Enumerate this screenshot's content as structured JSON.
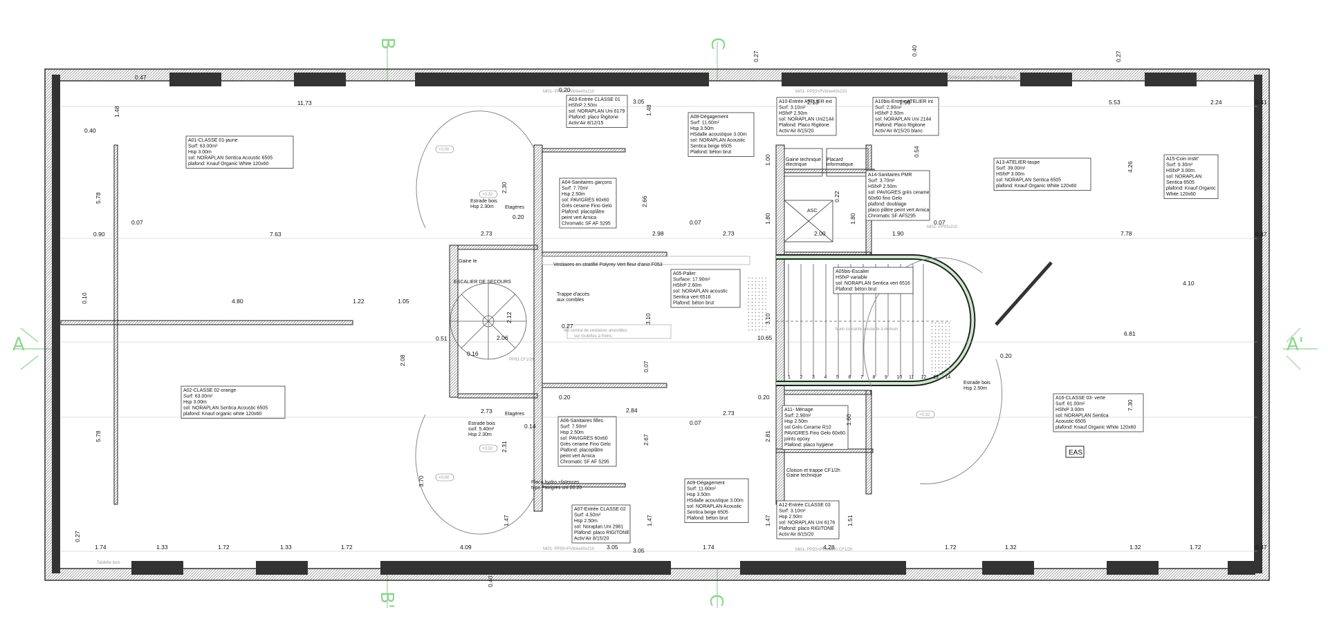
{
  "sections": {
    "a_left": "A",
    "a_right": "A'",
    "b_top": "B",
    "b_bottom": "B'",
    "c_top": "C",
    "c_bottom": "C"
  },
  "eas": "EAS",
  "rooms": [
    {
      "id": "a01",
      "lines": [
        "A01-CLASSE 01-jaune",
        "Surf: 63.00m²",
        "Hsp 3.00m",
        "sol: NORAPLAN Sentica Acoustic 6505",
        "plafond: Knauf Organic White 120x60"
      ]
    },
    {
      "id": "a02",
      "lines": [
        "A02-CLASSE 02-orange",
        "Surf: 63.00m²",
        "Hsp 3.00m",
        "sol: NORAPLAN Sentica Acoustic 6505",
        "plafond: Knauf organic white 120x60"
      ]
    },
    {
      "id": "a03",
      "lines": [
        "A03-Entrée CLASSE 01",
        "HSfxP 2.50m",
        "sol: NORAPLAN Uni 6179",
        "Plafond: placo Rigitone",
        "Activ'Air 8/12/15"
      ]
    },
    {
      "id": "a04",
      "lines": [
        "A04-Sanitaires garçons",
        "Surf: 7.70m²",
        "Hsp 2.50m",
        "sol: PAVIGRES 60x60",
        "Grès cerame Fino Gelo",
        "Plafond: placoplâtre",
        "peint vert Arnica",
        "Chromatic SF AF 5295"
      ]
    },
    {
      "id": "a05",
      "lines": [
        "A05-Palier",
        "Surface: 17.90m²",
        "HSfxP 2.60m",
        "sol: NORAPLAN  acoustic",
        "Sentica vert 6516",
        "Plafond: béton brut"
      ]
    },
    {
      "id": "a05b",
      "lines": [
        "A05bis-Escalier",
        "HSfxP variable",
        "sol: NORAPLAN Sentica vert 6516",
        "Plafond: béton brut"
      ]
    },
    {
      "id": "a06",
      "lines": [
        "A06-Sanitaires filles",
        "Surf: 7.50m²",
        "Hsp 2.50m",
        "sol: PAVIGRES 60x60",
        "Grès cerame Fino Gelo",
        "Plafond: placoplâtre",
        "peint vert Arnica",
        "Chromatic SF AF 5295"
      ]
    },
    {
      "id": "a07",
      "lines": [
        "A07-Entrée CLASSE 02",
        "Surf: 4.50m²",
        "Hsp 2.50m",
        "sol: Noraplan Uni 2981",
        "Plafond: placo RIGITONE",
        "Activ'Air 8/15/20"
      ]
    },
    {
      "id": "a08",
      "lines": [
        "A08-Dégagement",
        "Surf: 11.60m²",
        "Hsp 3.50m",
        "HSdalle acoustique 3.00m",
        "sol: NORAPLAN Acoustic",
        "Sentica beige 6505",
        "Plafond: béton brut"
      ]
    },
    {
      "id": "a09",
      "lines": [
        "A09-Dégagement",
        "Surf: 11.60m²",
        "Hsp 3.50m",
        "HSdalle acoustique 3.00m",
        "sol: NORAPLAN Acoustic",
        "Sentica beige 6505",
        "Plafond: béton brut"
      ]
    },
    {
      "id": "a10",
      "lines": [
        "A10-Entrée ATELIER ext",
        "Surf: 3.10m²",
        "HSfxP 2.50m",
        "sol: NORAPLAN Uni2144",
        "Plafond: Placo Rigitone",
        "Activ'Air 8/15/20"
      ]
    },
    {
      "id": "a10b",
      "lines": [
        "A10bis-Entrée ATELIER int",
        "Surf: 2.90m²",
        "HSfxP 2.50m",
        "sol: NORAPLAN Uni 2144",
        "Plafond: Placo Rigitone",
        "Activ'Air 8/15/20 blanc"
      ]
    },
    {
      "id": "a11",
      "lines": [
        "A11- Ménage",
        "Surf: 2.90m²",
        "Hsp 2.50m",
        "sol Grès Cerame R10",
        "PAVIGRES Fino Gelo 60x60",
        "joints epoxy",
        "Plafond: placo hygiène"
      ]
    },
    {
      "id": "a12",
      "lines": [
        "A12-Entrée CLASSE 03",
        "Surf: 3.10m²",
        "Hsp 2.50m",
        "sol: NORAPLAN Uni 6176",
        "Plafond: placo RIGITONE",
        "Activ'Air 8/15/20"
      ]
    },
    {
      "id": "a13",
      "lines": [
        "A13-ATELIER-taupe",
        "Surf: 39.00m²",
        "HSfxP 3.00m",
        "sol: NORAPLAN Sentica 6505",
        "plafond: Knauf Organic White 120x60"
      ]
    },
    {
      "id": "a14",
      "lines": [
        "A14-Sanitaires PMR",
        "Surf: 3.70m²",
        "HSfxP 2.50m",
        "sol: PAVIGRES grès cerame",
        "60x60 fino Gelo",
        "plafond: doublage",
        "placo plâtre peint vert Arnica",
        "Chromatic SF AF5295"
      ]
    },
    {
      "id": "a15",
      "lines": [
        "A15-Coin instit'",
        "Surf: 9.30m²",
        "HSfxP 3.00m",
        "sol: NORAPLAN",
        "Sentica 6505",
        "plafond: Knauf Organic",
        "White 120x60"
      ]
    },
    {
      "id": "a16",
      "lines": [
        "A16-CLASSE 03- verte",
        "Surf: 61.00m²",
        "HSfxP 3.00m",
        "sol: NORAPLAN Sentica",
        "Acoustic 6505",
        "plafond: Knauf Organic White 120x60"
      ]
    }
  ],
  "notes": {
    "escalier": "ESCALIER DE SECOURS",
    "gaine": "Gaine te",
    "estrade1": [
      "Estrade bois",
      "Hsp 2.30m"
    ],
    "estrade2": [
      "Estrade bois",
      "surf. 5.40m²",
      "Hsp 2.30m"
    ],
    "estrade3": [
      "Estrade bois",
      "Hsp 2.50m"
    ],
    "etageres1": "Etagères",
    "etageres2": "Etagères",
    "trappe": [
      "Trappe d'accès",
      "aux combles"
    ],
    "vestiaires": "Vestiaires en stratifié Polyrey Vert fleur d'anis F053",
    "ilot": [
      "Ilot central de vestiaires amovibles",
      "sur roulettes à freins"
    ],
    "main_courante": "Main courante existante à reposer",
    "asc": "ASC",
    "gaine_elec": [
      "Gaine technique",
      "électrique"
    ],
    "placard_info": [
      "Placard",
      "informatique"
    ],
    "cloison_trappe": [
      "Cloison et trappe CF1/2h",
      "Gaine technique"
    ],
    "placo_hydro": [
      "Placo hydro +faïences",
      "type Pavigres uni 20.20"
    ],
    "menuiserie1": "Mi01- PP93+PVitrée40x210",
    "menuiserie2": "Mi01- PP93+PVitrée40x210",
    "menuiserie3": "Mi02- PP93x210",
    "menuiserie4": "Mi01- PP93+PVitrée40x210",
    "menuiserie5": "Mi01- PP93+PVitrée40 CF1/2h",
    "pp93": "PP93 CF1/2h",
    "tablette": "Tablette bois",
    "tablette_enc": "Tablette encadrement de fenêtre bois",
    "stairs_nums": [
      "1",
      "2",
      "3",
      "4",
      "5",
      "6",
      "7",
      "8",
      "9",
      "10",
      "11",
      "12",
      "13",
      "14"
    ],
    "elevs": [
      "+0.00",
      "+0.32",
      "+0.32",
      "+0.00",
      "+0.32"
    ]
  },
  "dims": {
    "top_left": "0.47",
    "d1173": "11.73",
    "d148a": "1.48",
    "d040": "0.40",
    "d578a": "5.78",
    "d578b": "5.78",
    "d090": "0.90",
    "d007a": "0.07",
    "d763": "7.63",
    "d010": "0.10",
    "d480": "4.80",
    "d122": "1.22",
    "d105": "1.05",
    "d273a": "2.73",
    "d273b": "2.73",
    "d273c": "2.73",
    "d273d": "2.73",
    "d020a": "0.20",
    "d020b": "0.20",
    "d020c": "0.20",
    "d020d": "0.20",
    "d020e": "0.20",
    "d305a": "3.05",
    "d305b": "3.05",
    "d148b": "1.48",
    "d266": "2.66",
    "d298": "2.98",
    "d007b": "0.07",
    "d007c": "0.07",
    "d007d": "0.07",
    "d007e": "0.07",
    "d230": "2.30",
    "d212": "2.12",
    "d206": "2.06",
    "d051": "0.51",
    "d016": "0.16",
    "d208": "2.08",
    "d027a": "0.27",
    "d310a": "3.10",
    "d310b": "3.10",
    "d1065": "10.65",
    "d284": "2.84",
    "d014": "0.14",
    "d231": "2.31",
    "d267": "2.67",
    "d370": "3.70",
    "d147a": "1.47",
    "d147b": "1.47",
    "d147c": "1.47",
    "d281": "2.81",
    "d213": "2.13",
    "d198": "1.98",
    "d100": "1.00",
    "d180a": "1.80",
    "d180b": "1.80",
    "d200": "2.00",
    "d190": "1.90",
    "d022": "0.22",
    "d054": "0.54",
    "d160": "1.60",
    "d151": "1.51",
    "d553": "5.53",
    "d224": "2.24",
    "d041": "0.41",
    "d426": "4.26",
    "d778": "7.78",
    "d047a": "0.47",
    "d047b": "0.47",
    "d410": "4.10",
    "d681": "6.81",
    "d730": "7.30",
    "d040b": "0.40",
    "d027b": "0.27",
    "d027c": "0.27",
    "b174a": "1.74",
    "b133a": "1.33",
    "b172a": "1.72",
    "b133b": "1.33",
    "b172b": "1.72",
    "b409": "4.09",
    "b305": "3.05",
    "b174b": "1.74",
    "b428": "4.28",
    "b172c": "1.72",
    "b132a": "1.32",
    "b132b": "1.32",
    "b172d": "1.72",
    "b040": "0.40",
    "b027": "0.27"
  }
}
